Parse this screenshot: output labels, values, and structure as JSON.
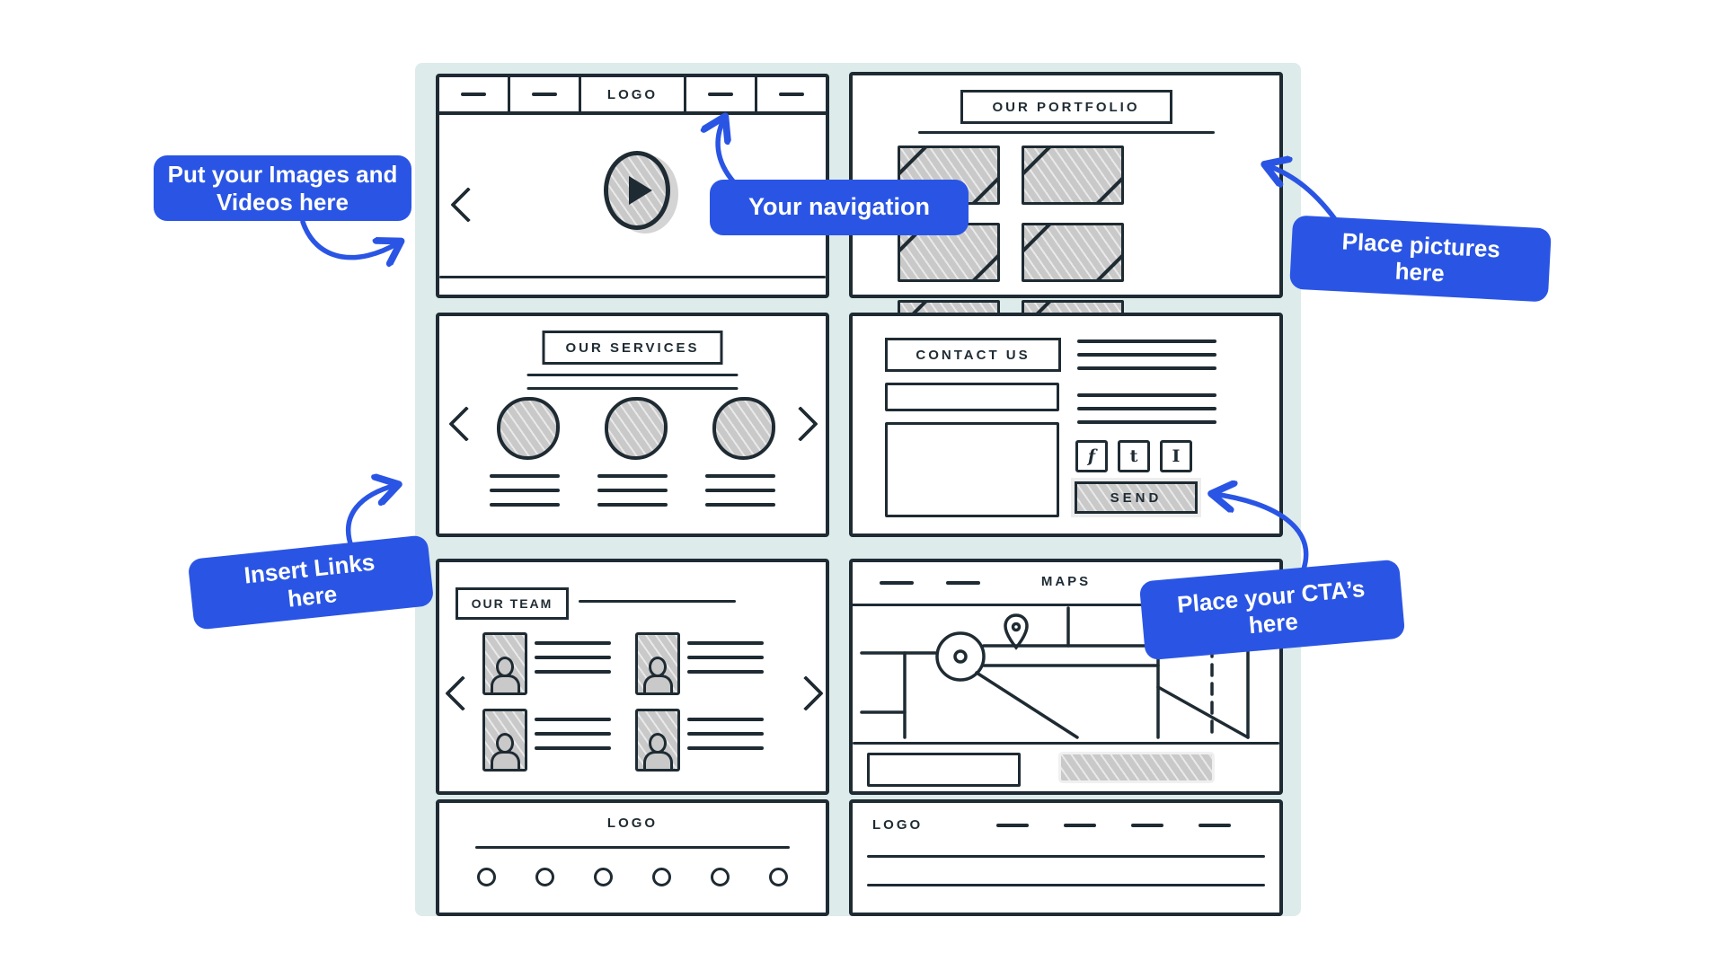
{
  "colors": {
    "accent": "#2a55e4",
    "panel_bg": "#ddebea",
    "ink": "#1f2b33",
    "fill_gray": "#c9c9c9"
  },
  "annotations": {
    "put_images": {
      "line1": "Put your Images and",
      "line2": "Videos here"
    },
    "your_navigation": {
      "label": "Your navigation"
    },
    "place_pictures": {
      "line1": "Place pictures",
      "line2": "here"
    },
    "insert_links": {
      "line1": "Insert Links",
      "line2": "here"
    },
    "place_ctas": {
      "line1": "Place your CTA’s",
      "line2": "here"
    }
  },
  "wireframes": {
    "hero": {
      "logo": "LOGO"
    },
    "portfolio": {
      "title": "OUR PORTFOLIO",
      "plus": "+"
    },
    "services": {
      "title": "OUR SERVICES"
    },
    "contact": {
      "title": "CONTACT US",
      "social": [
        "f",
        "t",
        "I"
      ],
      "send": "SEND"
    },
    "team": {
      "title": "OUR TEAM"
    },
    "maps": {
      "title": "MAPS"
    },
    "footer_left": {
      "logo": "LOGO"
    },
    "footer_right": {
      "logo": "LOGO"
    }
  }
}
